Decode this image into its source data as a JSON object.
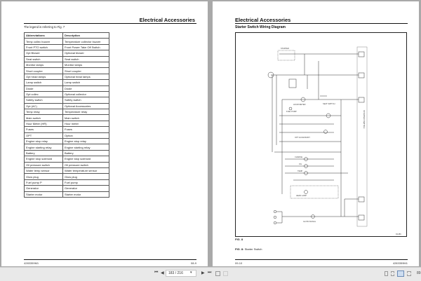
{
  "left_page": {
    "section_title": "Electrical Accessories",
    "intro": "The legend is referring to Fig. 7",
    "table": {
      "headers": [
        "Abbreviations",
        "Description"
      ],
      "rows": [
        [
          "Temp collec buzzer",
          "Temperature collector buzzer"
        ],
        [
          "Front PTO switch",
          "Front Power Take Off Switch"
        ],
        [
          "Opt Blower",
          "Optional blower"
        ],
        [
          "Seat switch",
          "Seat switch"
        ],
        [
          "Monitor lamps",
          "Monitor lamps"
        ],
        [
          "Short coupler",
          "Short coupler"
        ],
        [
          "Opt head lamps",
          "Optional head lamps"
        ],
        [
          "Lamp switch",
          "Lamp switch"
        ],
        [
          "Diode",
          "Diode"
        ],
        [
          "Opt collec",
          "Optional collector"
        ],
        [
          "Safety switch",
          "Safety switch"
        ],
        [
          "Opt (AC)",
          "Optional Accessories"
        ],
        [
          "Temp relay",
          "Temperature relay"
        ],
        [
          "Main switch",
          "Main switch"
        ],
        [
          "Hour Meter (HR)",
          "Hour meter"
        ],
        [
          "Fuses",
          "Fuses"
        ],
        [
          "OPT",
          "Option"
        ],
        [
          "Engine stop relay",
          "Engine stop relay"
        ],
        [
          "Engine starting relay",
          "Engine starting relay"
        ],
        [
          "Battery",
          "Battery"
        ],
        [
          "Engine stop solenoid",
          "Engine stop solenoid"
        ],
        [
          "Oil pressure switch",
          "Oil pressure switch"
        ],
        [
          "Water temp sensor",
          "Water temperature sensor"
        ],
        [
          "Glow plug",
          "Glow plug"
        ],
        [
          "Fuel pump P",
          "Fuel pump"
        ],
        [
          "Generator",
          "Generator"
        ],
        [
          "Starter motor",
          "Starter motor"
        ]
      ]
    },
    "footer_left": "4283359M1",
    "footer_right": "08-9"
  },
  "right_page": {
    "section_title": "Electrical Accessories",
    "subtitle": "Starter Switch Wiring Diagram",
    "diagram": {
      "labels": [
        "STARTER",
        "STARTER SWITCH",
        "HEAD LAMP",
        "CHARGE",
        "OIL",
        "TEMP",
        "OPT ACCESSORY",
        "SEAT SWITCH",
        "HOUR METER",
        "FUEL PUMP",
        "ENGINE STOP",
        "GLOW SIGNAL"
      ],
      "ref": "D1286"
    },
    "fig_label": "FIG. 8",
    "caption_bold": "FIG. 8:",
    "caption": "Starter Switch",
    "footer_left": "09-10",
    "footer_right": "4283359M1"
  },
  "toolbar": {
    "first_page": "first-page-icon",
    "prev_page": "prev-page-icon",
    "page_indicator": "183 / 216",
    "next_page": "next-page-icon",
    "last_page": "last-page-icon",
    "zoom": "89"
  }
}
